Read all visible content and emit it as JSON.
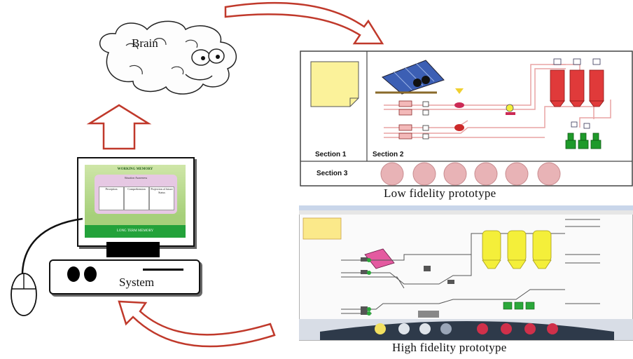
{
  "labels": {
    "brain": "Brain",
    "system": "System",
    "low_fidelity": "Low fidelity prototype",
    "high_fidelity": "High fidelity prototype",
    "section1": "Section 1",
    "section2": "Section 2",
    "section3": "Section 3"
  },
  "screen": {
    "working_memory": "WORKING MEMORY",
    "situation_awareness": "Situation Awareness",
    "perception": "Perception",
    "comprehension": "Comprehension",
    "projection": "Projection of future Status",
    "long_term_memory": "LONG TERM MEMORY"
  },
  "colors": {
    "arrow_outline": "#c0392b",
    "silo_red": "#e03a3a",
    "silo_yellow": "#f4ef3a",
    "green_unit": "#1e9a2a",
    "section_circle": "#e8b3b6"
  }
}
